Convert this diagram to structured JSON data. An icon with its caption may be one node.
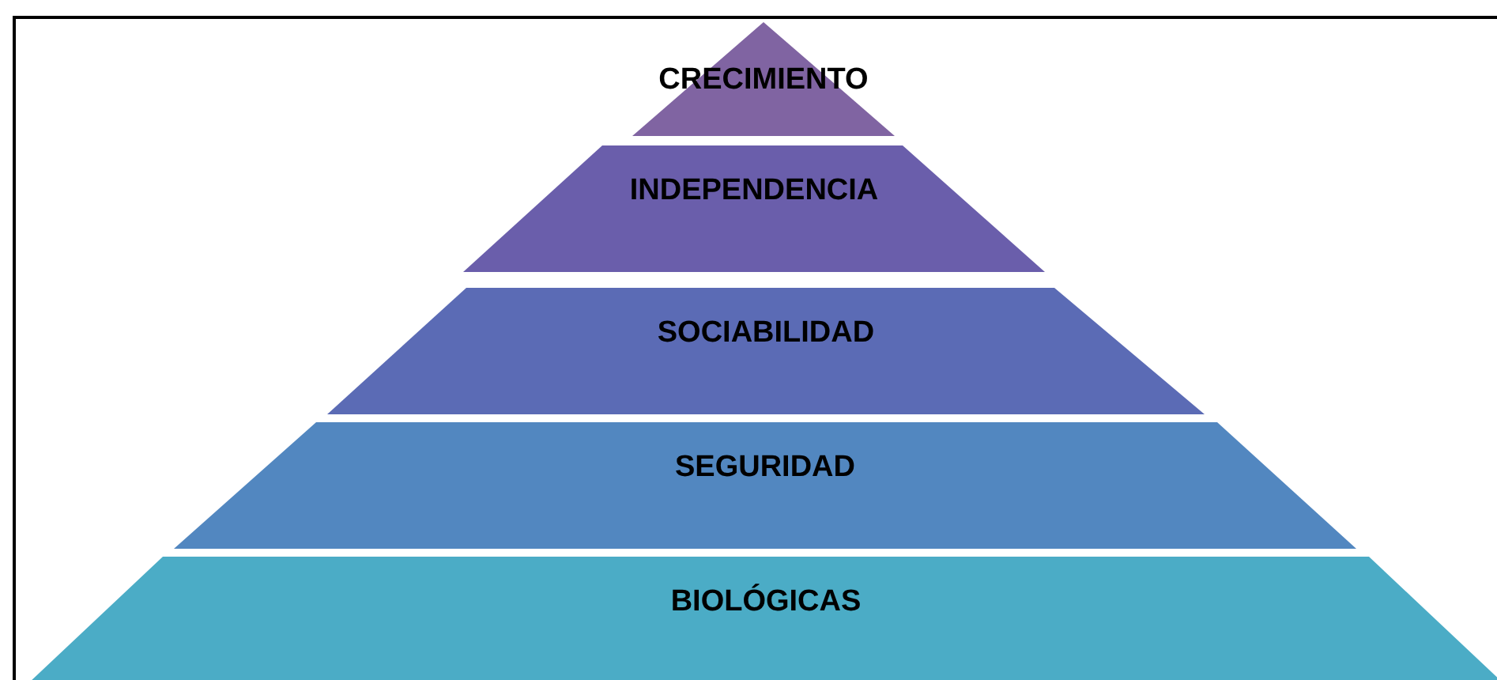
{
  "diagram": {
    "nodes": [
      {
        "text": [
          "CRECIMIENTO"
        ]
      },
      {
        "text": [
          "INDEPENDENCIA"
        ]
      },
      {
        "text": [
          "SOCIABILIDAD"
        ]
      },
      {
        "text": [
          "SEGURIDAD"
        ]
      },
      {
        "text": [
          "BIOLÓGICAS"
        ]
      }
    ]
  }
}
